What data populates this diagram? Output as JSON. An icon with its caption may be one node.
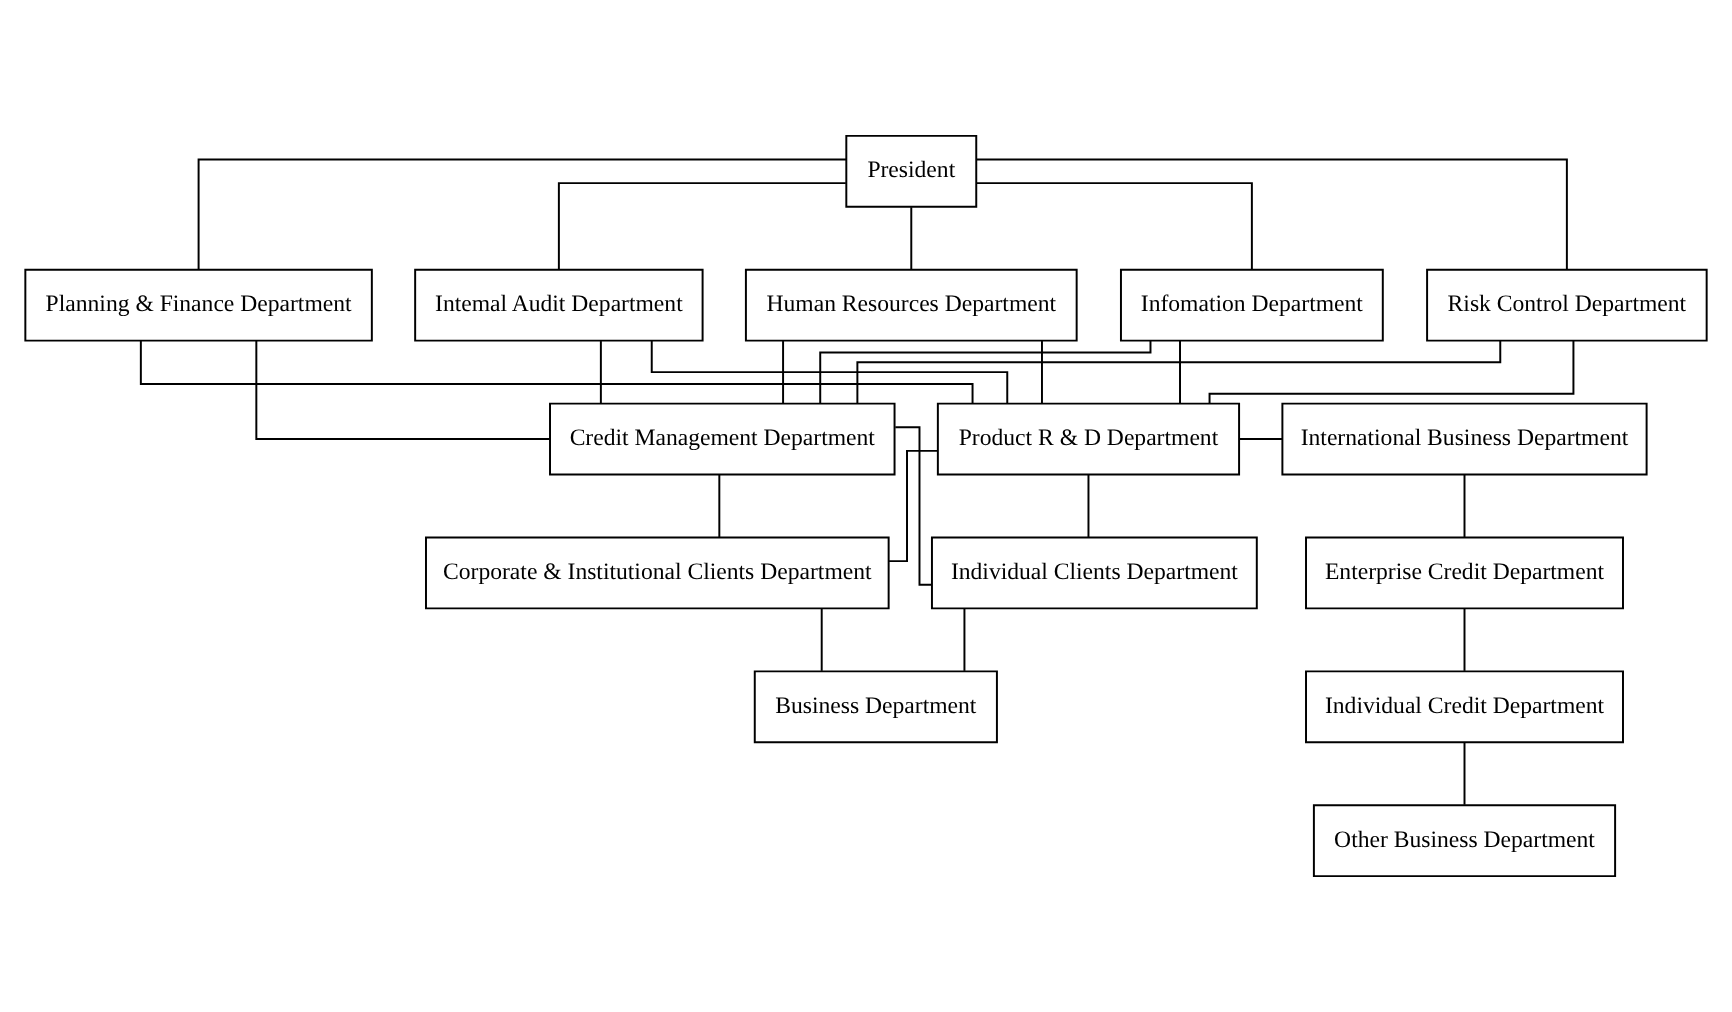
{
  "diagram": {
    "nodes": [
      {
        "text": [
          "President"
        ]
      },
      {
        "text": [
          "Risk Control Department"
        ]
      },
      {
        "text": [
          "Planning & Finance Department"
        ]
      },
      {
        "text": [
          "Intemal Audit Department"
        ]
      },
      {
        "text": [
          "Human Resources Department"
        ]
      },
      {
        "text": [
          "Infomation Department"
        ]
      },
      {
        "text": [
          "Credit Management Department"
        ]
      },
      {
        "text": [
          "Product R & D Department"
        ]
      },
      {
        "text": [
          "International Business Department"
        ]
      },
      {
        "text": [
          "Corporate & Institutional Clients Department"
        ]
      },
      {
        "text": [
          "Individual Clients Department"
        ]
      },
      {
        "text": [
          "Enterprise Credit Department"
        ]
      },
      {
        "text": [
          "Individual Credit Department"
        ]
      },
      {
        "text": [
          "Business Department"
        ]
      },
      {
        "text": [
          "Other Business Department"
        ]
      }
    ],
    "edges": [
      {
        "from": 0,
        "to": 1,
        "arrow": "none"
      },
      {
        "from": 0,
        "to": 2,
        "arrow": "none"
      },
      {
        "from": 0,
        "to": 3,
        "arrow": "none"
      },
      {
        "from": 0,
        "to": 4,
        "arrow": "none"
      },
      {
        "from": 0,
        "to": 5,
        "arrow": "none"
      },
      {
        "from": 1,
        "to": 6,
        "arrow": "none"
      },
      {
        "from": 1,
        "to": 7,
        "arrow": "none"
      },
      {
        "from": 2,
        "to": 6,
        "arrow": "none"
      },
      {
        "from": 2,
        "to": 7,
        "arrow": "none"
      },
      {
        "from": 3,
        "to": 6,
        "arrow": "none"
      },
      {
        "from": 3,
        "to": 7,
        "arrow": "none"
      },
      {
        "from": 4,
        "to": 6,
        "arrow": "none"
      },
      {
        "from": 4,
        "to": 7,
        "arrow": "none"
      },
      {
        "from": 5,
        "to": 6,
        "arrow": "none"
      },
      {
        "from": 5,
        "to": 7,
        "arrow": "none"
      },
      {
        "from": 7,
        "to": 8,
        "arrow": "none"
      },
      {
        "from": 6,
        "to": 9,
        "arrow": "none"
      },
      {
        "from": 6,
        "to": 10,
        "arrow": "none"
      },
      {
        "from": 7,
        "to": 9,
        "arrow": "none"
      },
      {
        "from": 7,
        "to": 10,
        "arrow": "none"
      },
      {
        "from": 8,
        "to": 11,
        "arrow": "none"
      },
      {
        "from": 9,
        "to": 13,
        "arrow": "none"
      },
      {
        "from": 10,
        "to": 13,
        "arrow": "none"
      },
      {
        "from": 11,
        "to": 12,
        "arrow": "none"
      },
      {
        "from": 12,
        "to": 14,
        "arrow": "none"
      }
    ]
  }
}
